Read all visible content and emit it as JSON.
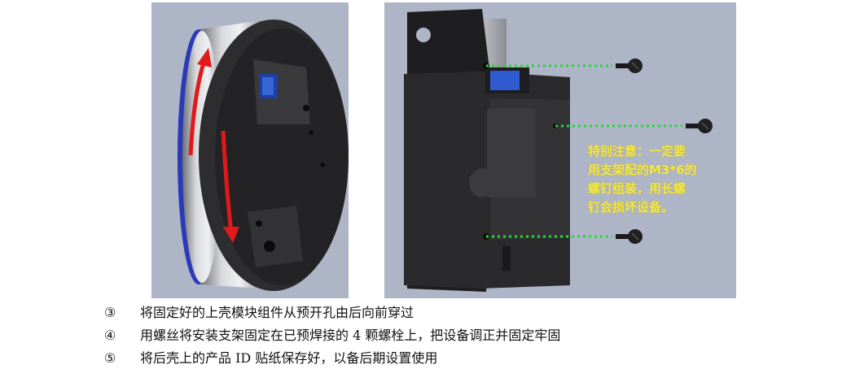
{
  "callout": {
    "lines": [
      "特别注意：一定要",
      "用支架配的M3*6的",
      "螺钉组装，用长螺",
      "钉会损坏设备。"
    ],
    "color": "#f5e84a"
  },
  "steps": [
    {
      "num": "③",
      "text": "将固定好的上壳模块组件从预开孔由后向前穿过"
    },
    {
      "num": "④",
      "text": "用螺丝将安装支架固定在已预焊接的 4 颗螺栓上，把设备调正并固定牢固"
    },
    {
      "num": "⑤",
      "text": "将后壳上的产品 ID 贴纸保存好，以备后期设置使用"
    }
  ],
  "colors": {
    "background_panel": "#aeb5c6",
    "arrow": "#e01a1a",
    "guide_line": "#27d63a",
    "blue_ring": "#2b3bb8"
  }
}
